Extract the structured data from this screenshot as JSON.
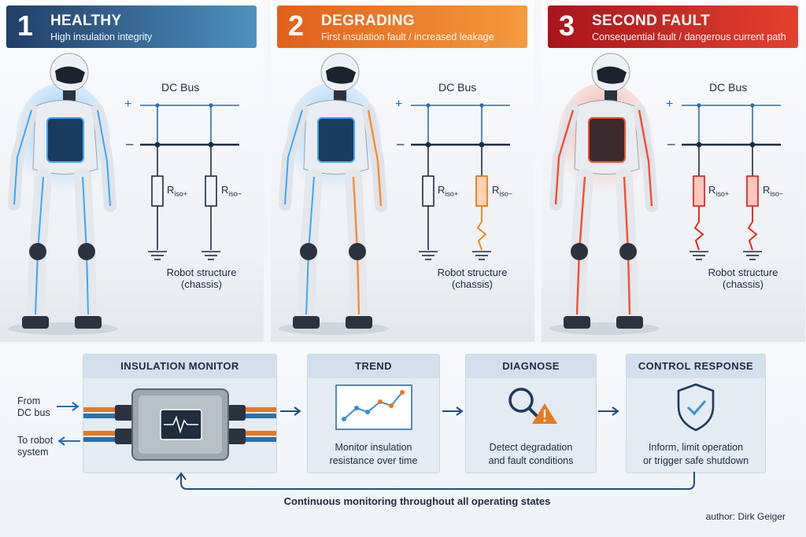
{
  "panels": [
    {
      "number": "1",
      "title": "HEALTHY",
      "subtitle": "High insulation integrity",
      "color_from": "#1f3f67",
      "color_to": "#4f90bf",
      "glow": "#3aa6ff",
      "dc_bus": "DC Bus",
      "plus": "+",
      "minus": "–",
      "res_plus": "R",
      "res_plus_sub": "iso+",
      "res_minus": "R",
      "res_minus_sub": "iso−",
      "ground_label_1": "Robot structure",
      "ground_label_2": "(chassis)"
    },
    {
      "number": "2",
      "title": "DEGRADING",
      "subtitle": "First insulation fault / increased leakage",
      "color_from": "#e2601a",
      "color_to": "#f59a3d",
      "glow": "#ff8a2a",
      "dc_bus": "DC Bus",
      "plus": "+",
      "minus": "–",
      "res_plus": "R",
      "res_plus_sub": "iso+",
      "res_minus": "R",
      "res_minus_sub": "iso−",
      "ground_label_1": "Robot structure",
      "ground_label_2": "(chassis)"
    },
    {
      "number": "3",
      "title": "SECOND FAULT",
      "subtitle": "Consequential fault / dangerous current path",
      "color_from": "#a8141a",
      "color_to": "#e4422f",
      "glow": "#ff4a2a",
      "dc_bus": "DC Bus",
      "plus": "+",
      "minus": "–",
      "res_plus": "R",
      "res_plus_sub": "iso+",
      "res_minus": "R",
      "res_minus_sub": "iso−",
      "ground_label_1": "Robot structure",
      "ground_label_2": "(chassis)"
    }
  ],
  "flow": {
    "from_label_1": "From",
    "from_label_2": "DC bus",
    "to_label_1": "To robot",
    "to_label_2": "system",
    "boxes": [
      {
        "title": "INSULATION MONITOR",
        "desc_1": "",
        "desc_2": ""
      },
      {
        "title": "TREND",
        "desc_1": "Monitor insulation",
        "desc_2": "resistance over time"
      },
      {
        "title": "DIAGNOSE",
        "desc_1": "Detect degradation",
        "desc_2": "and fault conditions"
      },
      {
        "title": "CONTROL RESPONSE",
        "desc_1": "Inform, limit operation",
        "desc_2": "or trigger safe shutdown"
      }
    ],
    "loop_label": "Continuous monitoring throughout all operating states"
  },
  "author": "author: Dirk Geiger",
  "colors": {
    "accent_blue": "#2a6fae",
    "line": "#1d2b44",
    "orange": "#e8781e",
    "red": "#d9302a"
  }
}
